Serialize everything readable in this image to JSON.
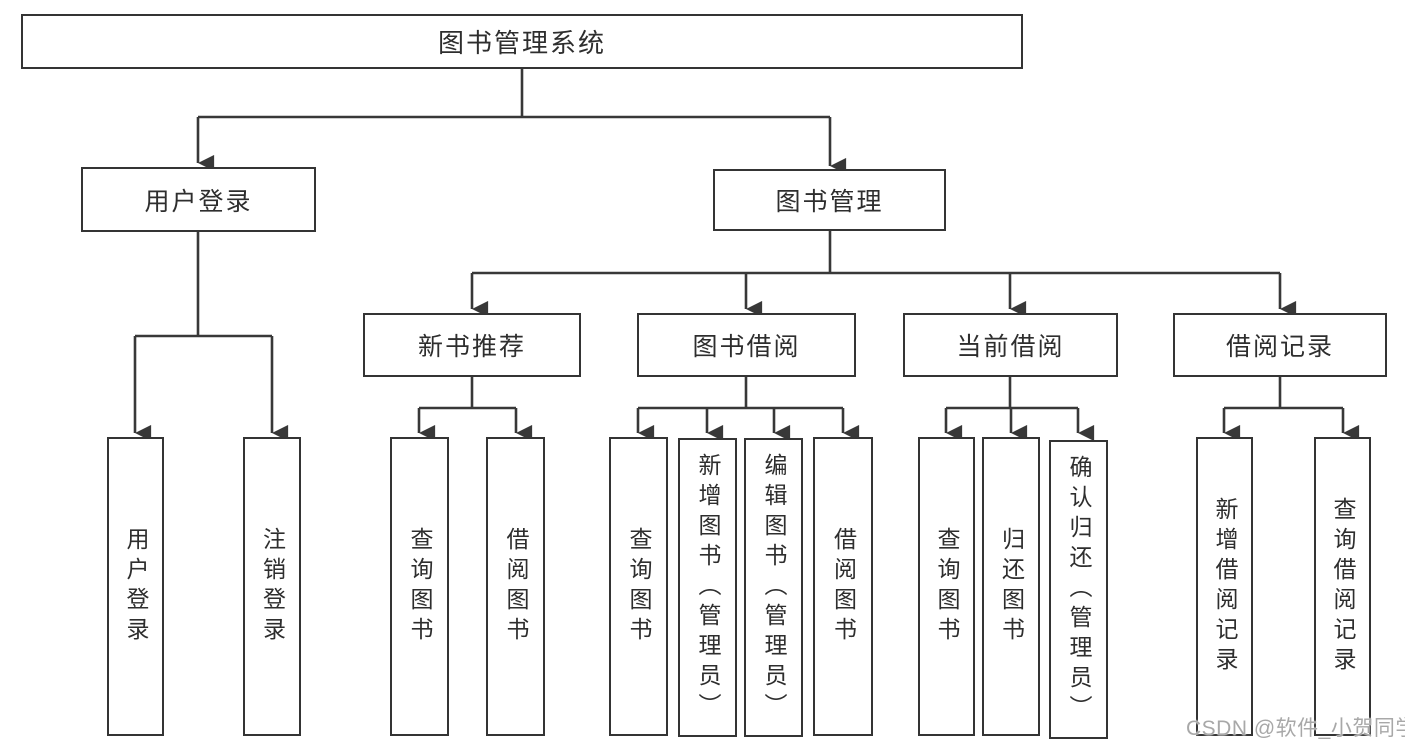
{
  "diagram": {
    "root": {
      "label": "图书管理系统"
    },
    "level2": [
      {
        "id": "user-login",
        "label": "用户登录"
      },
      {
        "id": "book-management",
        "label": "图书管理"
      }
    ],
    "level3": [
      {
        "id": "new-book-recommend",
        "label": "新书推荐"
      },
      {
        "id": "book-borrow",
        "label": "图书借阅"
      },
      {
        "id": "current-borrow",
        "label": "当前借阅"
      },
      {
        "id": "borrow-records",
        "label": "借阅记录"
      }
    ],
    "leaves": [
      {
        "id": "user-login-leaf",
        "label": "用户登录"
      },
      {
        "id": "logout-leaf",
        "label": "注销登录"
      },
      {
        "id": "query-book-recommend",
        "label": "查询图书"
      },
      {
        "id": "borrow-book-recommend",
        "label": "借阅图书"
      },
      {
        "id": "query-book-borrow",
        "label": "查询图书"
      },
      {
        "id": "add-book-admin",
        "label": "新增图书（管理员）"
      },
      {
        "id": "edit-book-admin",
        "label": "编辑图书（管理员）"
      },
      {
        "id": "borrow-book-borrow",
        "label": "借阅图书"
      },
      {
        "id": "query-book-current",
        "label": "查询图书"
      },
      {
        "id": "return-book",
        "label": "归还图书"
      },
      {
        "id": "confirm-return-admin",
        "label": "确认归还（管理员）"
      },
      {
        "id": "add-borrow-record",
        "label": "新增借阅记录"
      },
      {
        "id": "query-borrow-record",
        "label": "查询借阅记录"
      }
    ]
  },
  "watermark": {
    "text": "CSDN @软件_小贺同学"
  },
  "colors": {
    "line": "#383838",
    "box_border": "#343434",
    "text": "#2e2e2e",
    "background": "#ffffff",
    "watermark": "#a8a8a8"
  }
}
